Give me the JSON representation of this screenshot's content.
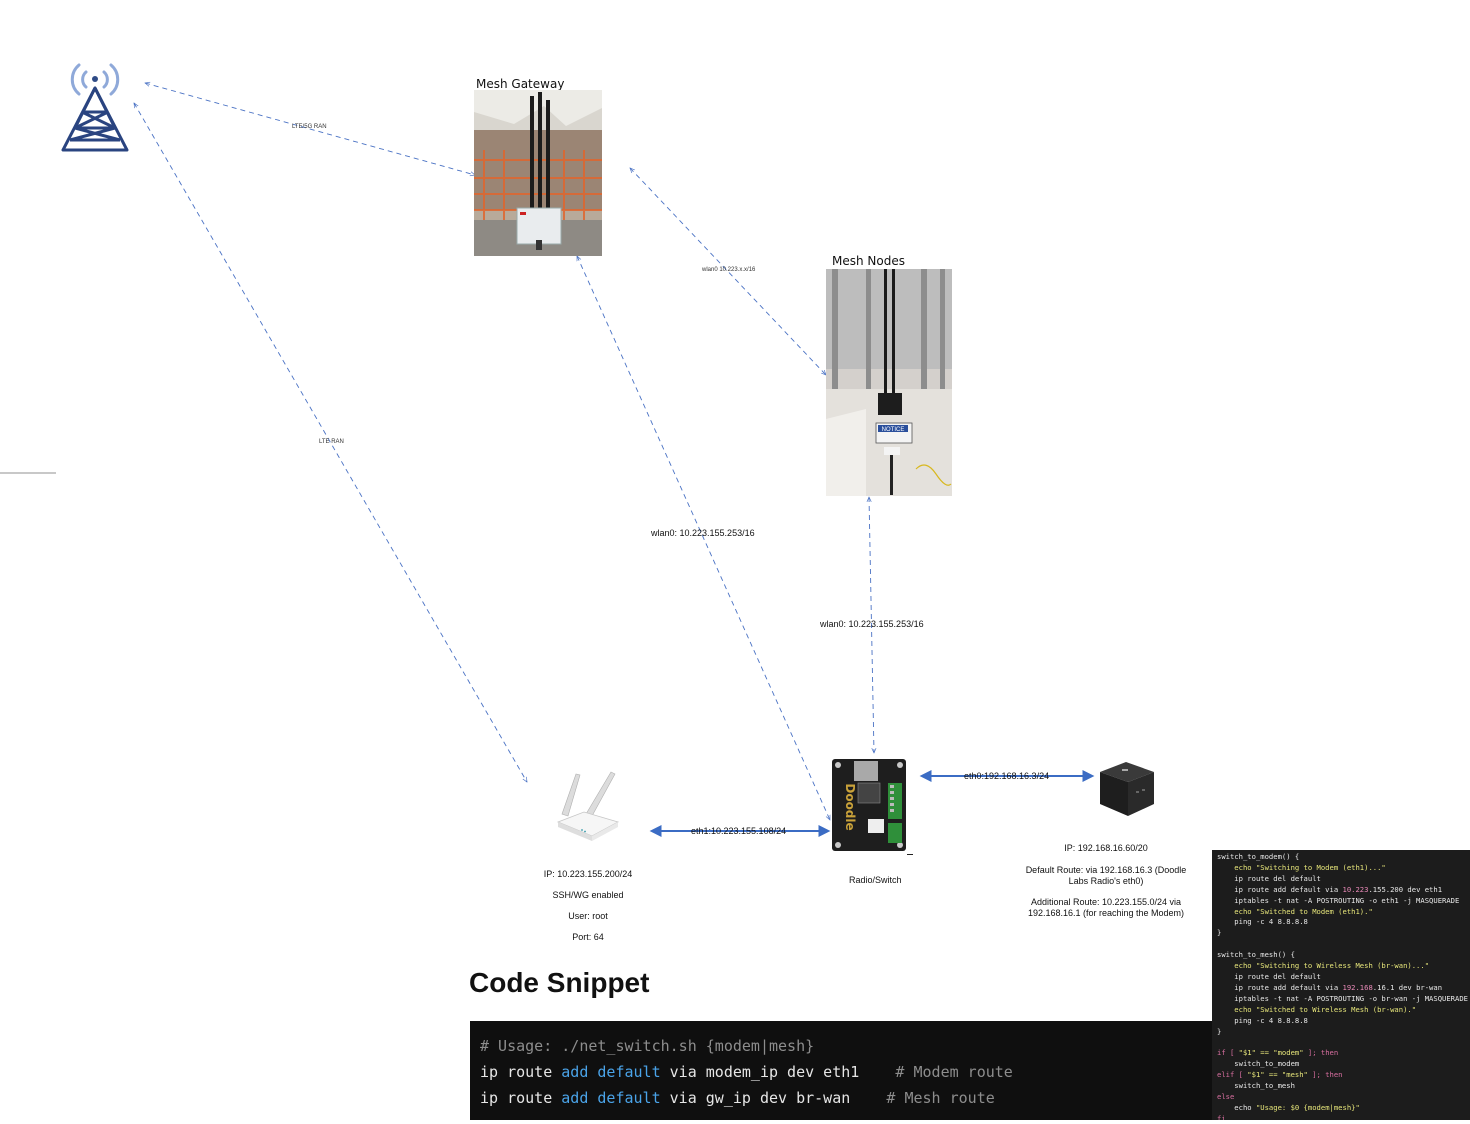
{
  "diagram": {
    "photos": {
      "gateway_title": "Mesh Gateway",
      "nodes_title": "Mesh Nodes"
    },
    "links": {
      "gateway_ran": "LTE/5G RAN",
      "router_ran": "LTE RAN",
      "gateway_nodes": "wlan0 10.223.x.x/16",
      "gateway_radio": "wlan0: 10.223.155.253/16",
      "nodes_radio": "wlan0: 10.223.155.253/16",
      "router_radio": "eth1:10.223.155.108/24",
      "radio_pc": "eth0:192.168.16.3/24"
    },
    "router": {
      "ip": "IP: 10.223.155.200/24",
      "ssh": "SSH/WG enabled",
      "user": "User: root",
      "port": "Port: 64"
    },
    "radio": {
      "label": "Radio/Switch",
      "brand": "Doodle"
    },
    "pc": {
      "ip": "IP: 192.168.16.60/20",
      "default_route": "Default Route: via 192.168.16.3 (Doodle Labs Radio's eth0)",
      "additional_route": "Additional Route: 10.223.155.0/24 via 192.168.16.1 (for reaching the  Modem)"
    },
    "notice_sign": "NOTICE"
  },
  "code_section": {
    "title": "Code Snippet",
    "line1": "# Usage: ./net_switch.sh {modem|mesh}",
    "line2": {
      "a": "ip route ",
      "add": "add",
      "sp": " ",
      "default": "default",
      "b": " via modem_ip dev eth1",
      "c": "    # Modem route"
    },
    "line3": {
      "a": "ip route ",
      "add": "add",
      "sp": " ",
      "default": "default",
      "b": " via gw_ip dev br-wan",
      "c": "    # Mesh route"
    }
  },
  "script": {
    "l1": "switch_to_modem() {",
    "l2": "    echo \"Switching to Modem (eth1)...\"",
    "l3": "    ip route del default",
    "l4a": "    ip route add default via ",
    "l4n": "10.223",
    "l4b": ".155.200 dev eth1",
    "l5": "    iptables -t nat -A POSTROUTING -o eth1 -j MASQUERADE",
    "l6": "    echo \"Switched to Modem (eth1).\"",
    "l7": "    ping -c 4 8.8.8.8",
    "l8": "}",
    "l9": "",
    "l10": "switch_to_mesh() {",
    "l11": "    echo \"Switching to Wireless Mesh (br-wan)...\"",
    "l12": "    ip route del default",
    "l13a": "    ip route add default via ",
    "l13n": "192.168",
    "l13b": ".16.1 dev br-wan",
    "l14": "    iptables -t nat -A POSTROUTING -o br-wan -j MASQUERADE",
    "l15": "    echo \"Switched to Wireless Mesh (br-wan).\"",
    "l16": "    ping -c 4 8.8.8.8",
    "l17": "}",
    "l18": "",
    "l19a": "if [ ",
    "l19s": "\"$1\" == \"modem\"",
    "l19b": " ]; then",
    "l20": "    switch_to_modem",
    "l21a": "elif [ ",
    "l21s": "\"$1\" == \"mesh\"",
    "l21b": " ]; then",
    "l22": "    switch_to_mesh",
    "l23": "else",
    "l24a": "    echo ",
    "l24s": "\"Usage: $0 {modem|mesh}\"",
    "l25": "fi"
  }
}
